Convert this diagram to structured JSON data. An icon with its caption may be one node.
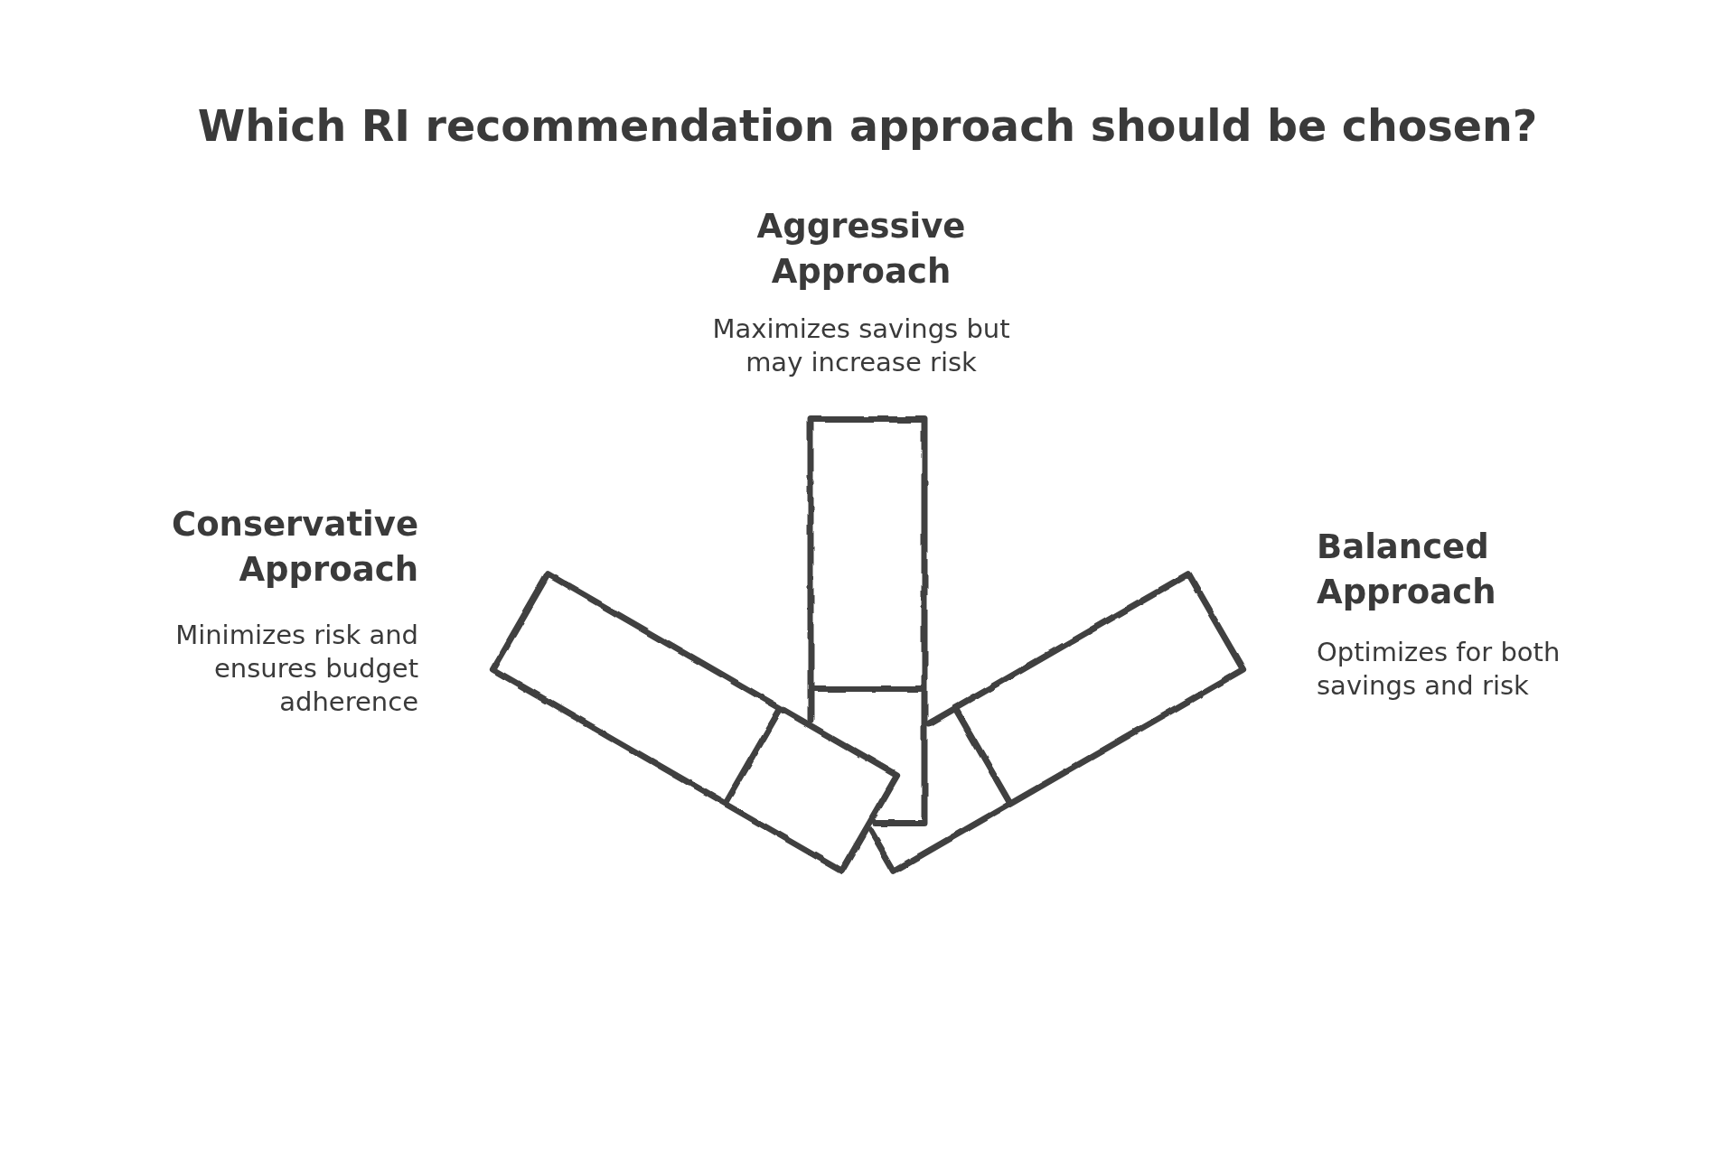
{
  "diagram": {
    "title": "Which RI recommendation approach should be chosen?",
    "nodes": [
      {
        "text": [],
        "shape": "bar",
        "beside": [
          "Aggressive Approach",
          "Maximizes savings but may increase risk"
        ]
      },
      {
        "text": [],
        "shape": "bar",
        "beside": [
          "Conservative Approach",
          "Minimizes risk and ensures budget adherence"
        ]
      },
      {
        "text": [],
        "shape": "bar",
        "beside": [
          "Balanced Approach",
          "Optimizes for both savings and risk"
        ]
      }
    ]
  }
}
